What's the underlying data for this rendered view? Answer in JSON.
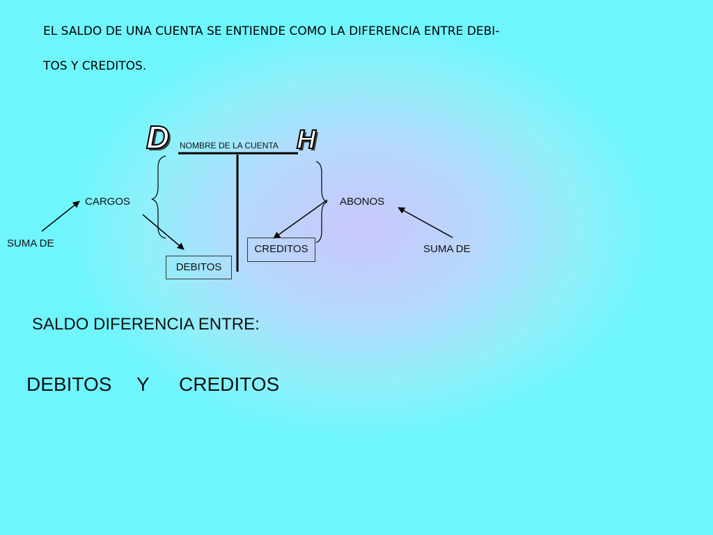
{
  "intro": {
    "line1": "EL SALDO DE UNA CUENTA SE ENTIENDE COMO LA DIFERENCIA ENTRE DEBI-",
    "line2": "TOS Y CREDITOS."
  },
  "t_account": {
    "debit_letter": "D",
    "credit_letter": "H",
    "account_name": "NOMBRE DE LA CUENTA",
    "left_label": "CARGOS",
    "right_label": "ABONOS",
    "left_sum": "SUMA  DE",
    "right_sum": "SUMA  DE",
    "debit_box": "DEBITOS",
    "credit_box": "CREDITOS"
  },
  "summary": {
    "heading": "SALDO DIFERENCIA ENTRE:",
    "term1": "DEBITOS",
    "conjunction": "Y",
    "term2": "CREDITOS"
  }
}
